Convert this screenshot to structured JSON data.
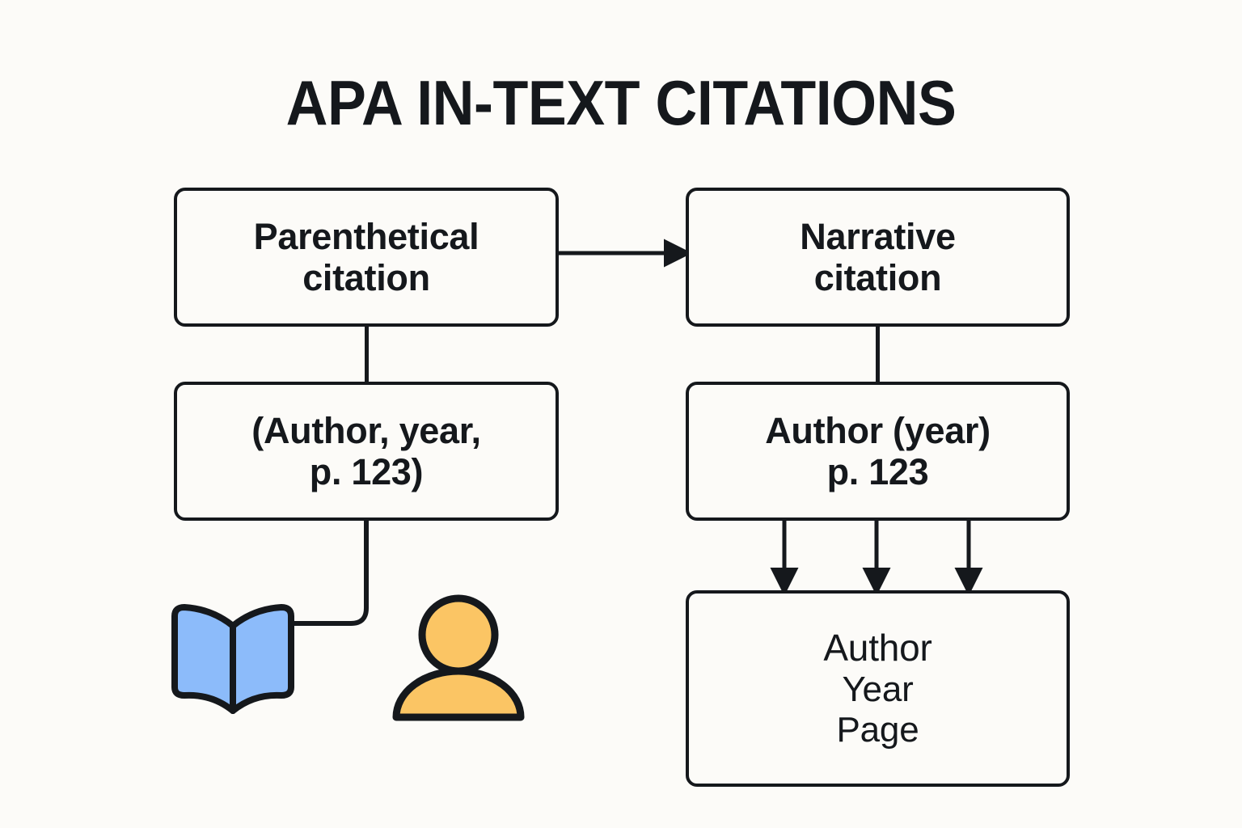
{
  "page": {
    "title": "APA IN-TEXT CITATIONS",
    "background_color": "#FCFBF8",
    "ink_color": "#15181C"
  },
  "nodes": {
    "parenthetical": {
      "line1": "Parenthetical",
      "line2": "citation"
    },
    "parenthetical_example": {
      "line1": "(Author, year,",
      "line2": "p. 123)"
    },
    "narrative": {
      "line1": "Narrative",
      "line2": "citation"
    },
    "narrative_example": {
      "line1": "Author (year)",
      "line2": "p. 123"
    },
    "elements": {
      "line1": "Author",
      "line2": "Year",
      "line3": "Page"
    }
  },
  "icons": {
    "book": {
      "name": "open-book-icon",
      "fill_color": "#8CBBFA",
      "stroke_color": "#15181C"
    },
    "person": {
      "name": "person-icon",
      "fill_color": "#FBC564",
      "stroke_color": "#15181C"
    }
  },
  "connectors": [
    {
      "name": "parenthetical-to-narrative-arrow",
      "kind": "arrow-right"
    },
    {
      "name": "parenthetical-to-example-link",
      "kind": "line-vertical"
    },
    {
      "name": "narrative-to-example-link",
      "kind": "line-vertical"
    },
    {
      "name": "example-to-book-elbow",
      "kind": "elbow"
    },
    {
      "name": "example-to-elements-arrow-author",
      "kind": "arrow-down"
    },
    {
      "name": "example-to-elements-arrow-year",
      "kind": "arrow-down"
    },
    {
      "name": "example-to-elements-arrow-page",
      "kind": "arrow-down"
    }
  ]
}
